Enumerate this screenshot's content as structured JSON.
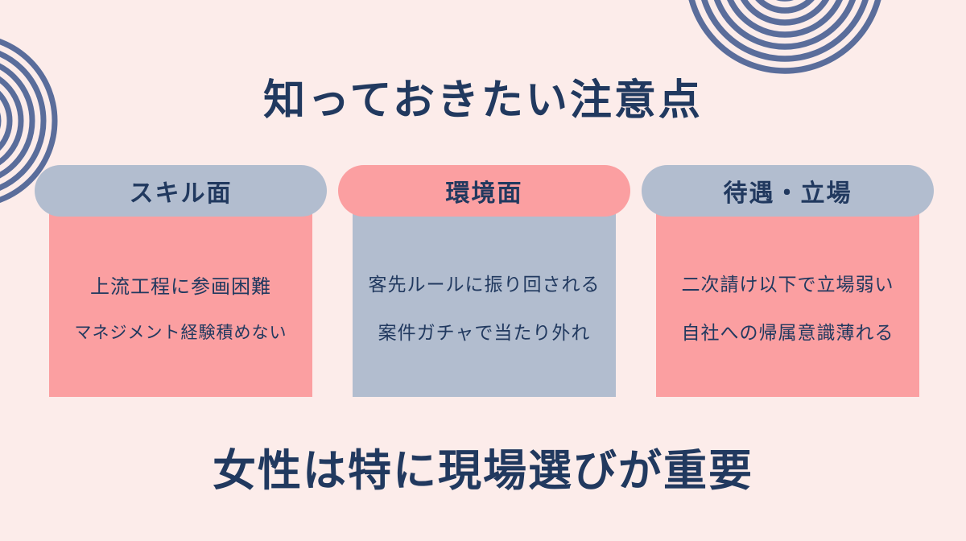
{
  "page": {
    "title": "知っておきたい注意点",
    "footer": "女性は特に現場選びが重要"
  },
  "columns": [
    {
      "header": "スキル面",
      "lines": [
        "上流工程に参画困難",
        "マネジメント経験積めない"
      ]
    },
    {
      "header": "環境面",
      "lines": [
        "客先ルールに振り回される",
        "案件ガチャで当たり外れ"
      ]
    },
    {
      "header": "待遇・立場",
      "lines": [
        "二次請け以下で立場弱い",
        "自社への帰属意識薄れる"
      ]
    }
  ],
  "decorations": {
    "left": "concentric-circles-icon",
    "top_right": "concentric-circles-icon"
  },
  "colors": {
    "background": "#FCECEA",
    "salmon": "#FB9FA1",
    "slate": "#B2BDCF",
    "navy": "#21395F",
    "ring_blue": "#5A6D9B"
  }
}
